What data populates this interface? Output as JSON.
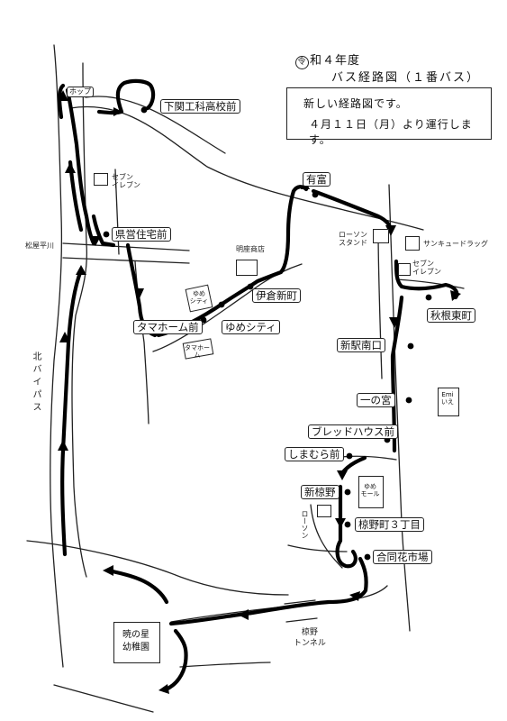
{
  "title": {
    "era_mark": "令",
    "line1": "和４年度",
    "line2": "バス経路図（１番バス）"
  },
  "notice": {
    "line1": "新しい経路図です。",
    "line2": "４月１１日（月）より運行します。"
  },
  "stops": [
    {
      "id": "shimonoseki-kosen",
      "label": "下関工科高校前"
    },
    {
      "id": "kenei-jutaku",
      "label": "県営住宅前"
    },
    {
      "id": "tamahome",
      "label": "タマホーム前"
    },
    {
      "id": "yume-city",
      "label": "ゆめシティ"
    },
    {
      "id": "ikura-shinmachi",
      "label": "伊倉新町"
    },
    {
      "id": "aritomi",
      "label": "有富"
    },
    {
      "id": "akine-higashi",
      "label": "秋根東町"
    },
    {
      "id": "shineki-minami",
      "label": "新駅南口"
    },
    {
      "id": "ichinomiya",
      "label": "一の宮"
    },
    {
      "id": "bread-house",
      "label": "ブレッドハウス前"
    },
    {
      "id": "shimamura",
      "label": "しまむら前"
    },
    {
      "id": "shin-ryono",
      "label": "新椋野"
    },
    {
      "id": "ryono-3chome",
      "label": "椋野町３丁目"
    },
    {
      "id": "godo-hana",
      "label": "合同花市場"
    }
  ],
  "landmarks": {
    "hop": "ホップ",
    "seven1": "セブン\nイレブン",
    "seven2": "セブン\nイレブン",
    "lawson1": "ローソン\nスタンド",
    "sundrug": "サンキュードラッグ",
    "meiza": "明座商店",
    "yume_city_bldg": "ゆめ\nシティ",
    "tamahome_bldg": "タマホーム",
    "emi": "Emi\nいえ",
    "yume_mall": "ゆめ\nモール",
    "lawson2": "ローソン",
    "kindergarten": "暁の星\n幼稚園",
    "tunnel": "椋野\nトンネル",
    "crossing": "松屋平川",
    "bypass": "北バイパス"
  }
}
